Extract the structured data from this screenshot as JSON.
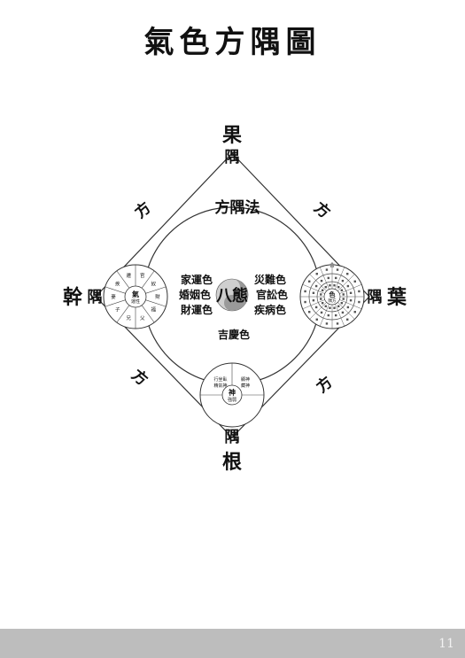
{
  "title": "氣色方隅圖",
  "corners": {
    "top": {
      "main": "果",
      "sub": "隅"
    },
    "left": {
      "main": "幹",
      "sub": "隅"
    },
    "right": {
      "main": "葉",
      "sub": "隅"
    },
    "bottom": {
      "main": "根",
      "sub": "隅"
    }
  },
  "fang": "方",
  "circle_label": "方隅法",
  "center": {
    "label": "八態"
  },
  "colors_left": [
    "家運色",
    "婚姻色",
    "財運色"
  ],
  "colors_right": [
    "災難色",
    "官訟色",
    "疾病色"
  ],
  "color_bottom": "吉慶色",
  "left_wheel": {
    "center_main": "氣",
    "center_sub": "運性",
    "segments": [
      "官",
      "奴",
      "財",
      "福",
      "父",
      "兄",
      "子",
      "妻",
      "疾",
      "遷"
    ]
  },
  "right_wheel": {
    "center_main": "色",
    "center_sub": "隅方"
  },
  "bottom_wheel": {
    "center_main": "神",
    "center_sub": "強弱",
    "segments": [
      "行坐臥",
      "精氣神",
      "顯神",
      "藏神"
    ]
  },
  "page_number": "11",
  "colors": {
    "ink": "#111111",
    "line": "#333333",
    "footer": "#bdbdbd"
  }
}
